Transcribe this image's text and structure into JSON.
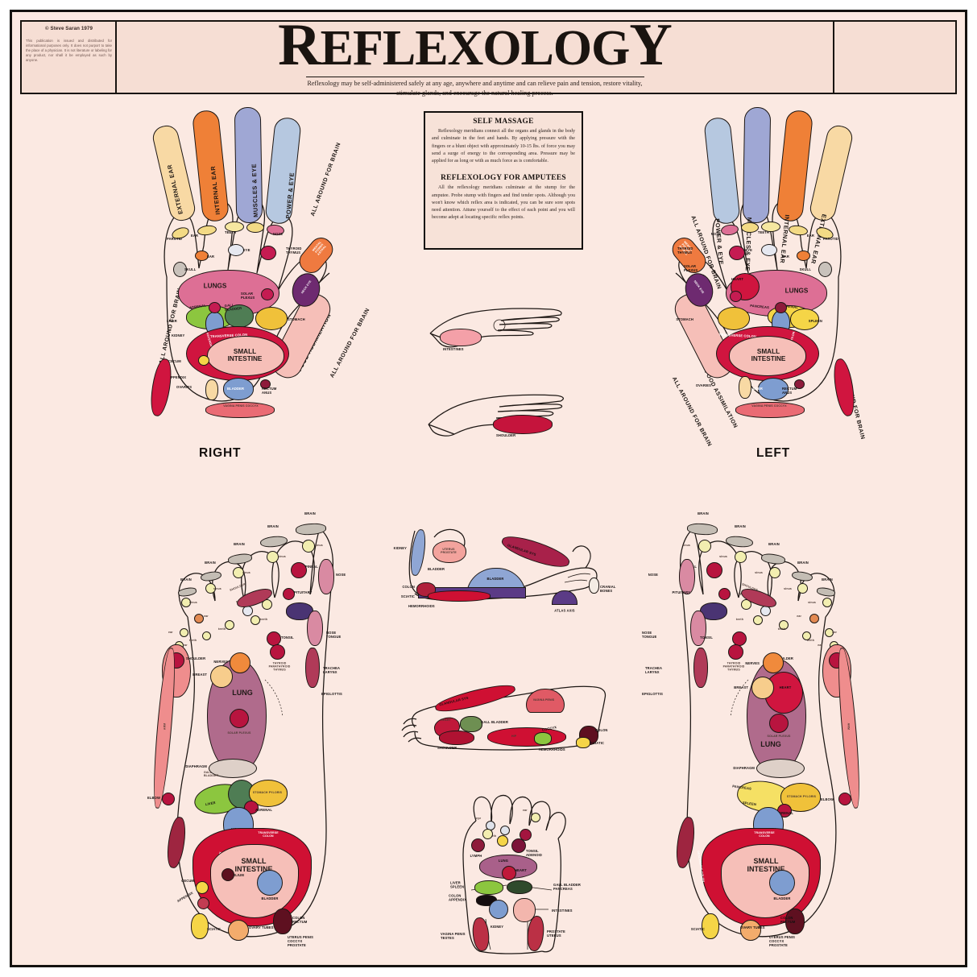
{
  "header": {
    "copyright": "© Steve Saran 1979",
    "disclaimer": "This publication is issued and distributed for informational purposes only. It does not purport to take the place of a physician. It is not literature or labeling for any product, nor shall it be employed as such by anyone.",
    "title_main": "REFLEXOLOGY",
    "subtitle": "Reflexology may be self-administered safely at any age, anywhere and anytime and can relieve pain and tension, restore vitality, stimulate glands, and encourage the natural healing process."
  },
  "massage_box": {
    "heading1": "SELF MASSAGE",
    "body1": "Reflexology meridians connect all the organs and glands in the body and culminate in the feet and hands. By applying pressure with the fingers or a blunt object with approximately 10-15 lbs. of force you may send a surge of energy to the corresponding area. Pressure may be applied for as long or with as much force as is comfortable.",
    "heading2": "REFLEXOLOGY FOR AMPUTEES",
    "body2": "All the reflexology meridians culminate at the stump for the amputee. Probe stump with fingers and find tender spots. Although you won't know which reflex area is indicated, you can be sure sore spots need attention. Attune yourself to the effect of each point and you will become adept at locating specific reflex points."
  },
  "side_labels": {
    "right": "RIGHT",
    "left": "LEFT"
  },
  "chart_data": {
    "type": "diagram",
    "title": "REFLEXOLOGY",
    "palette": {
      "paper": "#fbe9e2",
      "ink": "#1d1714",
      "orange": "#ef8037",
      "peach": "#f8d9a4",
      "periwinkle": "#9fa7d4",
      "steel_blue": "#b6c8e0",
      "pink": "#dd6f95",
      "crimson": "#d0153f",
      "rose": "#e8859c",
      "magenta": "#c51c52",
      "purple": "#6e2a70",
      "plum": "#8e4770",
      "green": "#8cc63f",
      "teal_green": "#4f7d54",
      "yellow": "#f5d547",
      "gold": "#f0c13a",
      "blue": "#7e9dd0",
      "grey": "#c9c2bb",
      "salmon": "#f4b8ae",
      "maroon": "#6e1126"
    },
    "right_hand": {
      "title": "RIGHT",
      "fingers": [
        {
          "name": "EXTERNAL EAR",
          "color": "#f8d9a4"
        },
        {
          "name": "INTERNAL EAR",
          "color": "#ef8037"
        },
        {
          "name": "MUSCLES & EYE",
          "color": "#9fa7d4"
        },
        {
          "name": "POWER & EYE",
          "color": "#b6c8e0"
        }
      ],
      "thumb": "MENTAL POWER ASTRAL",
      "arc_labels": [
        "ALL AROUND FOR BRAIN",
        "ALL AROUND FOR BRAIN",
        "FOOD ASSIMILATION"
      ],
      "zones": [
        "PAROTID",
        "EAR",
        "EAR",
        "TEETH",
        "NOSE",
        "EYE",
        "EAR",
        "SKULL",
        "THYROID THYMUS",
        "LUNGS",
        "SOLAR PLEXUS",
        "ADRENAL",
        "GALL BLADDER",
        "LIVER",
        "KIDNEY",
        "STOMACH",
        "TRANSVERSE COLON",
        "SMALL INTESTINE",
        "CECUM",
        "APPENDIX",
        "OVARIES",
        "BLADDER",
        "RECTUM ANUS",
        "VAGINA PENIS COCCYX",
        "NECK EYE",
        "ASCENDING COLON",
        "ARM"
      ]
    },
    "left_hand": {
      "title": "LEFT",
      "fingers": [
        {
          "name": "POWER & EYE",
          "color": "#b6c8e0"
        },
        {
          "name": "MUSCLES & EYE",
          "color": "#9fa7d4"
        },
        {
          "name": "INTERNAL EAR",
          "color": "#ef8037"
        },
        {
          "name": "EXTERNAL EAR",
          "color": "#f8d9a4"
        }
      ],
      "thumb": "MENTAL POWER ASTRAL",
      "arc_labels": [
        "ALL AROUND FOR BRAIN",
        "ALL AROUND FOR BRAIN",
        "FOOD ASSIMILATION"
      ],
      "zones": [
        "NOSE",
        "TEETH",
        "EAR",
        "PAROTID",
        "EYE",
        "EAR",
        "SKULL",
        "THYROID THYMUS",
        "SOLAR PLEXUS",
        "HEART",
        "LUNGS",
        "PANCREAS",
        "ADRENAL",
        "SPLEEN",
        "KIDNEY",
        "STOMACH",
        "TRANSVERSE COLON",
        "DESCENDING COLON",
        "SMALL INTESTINE",
        "BLADDER",
        "OVARIES",
        "RECTUM ANUS",
        "VAGINA PENIS COCCYX",
        "NECK EYE",
        "ARM"
      ]
    },
    "hand_side_views": [
      {
        "label": "INTESTINES",
        "color": "#f1a0a8"
      },
      {
        "label": "SHOULDER",
        "color": "#c5143c"
      }
    ],
    "right_foot": {
      "title": "RIGHT",
      "toe_labels": [
        "BRAIN",
        "BRAIN",
        "BRAIN",
        "BRAIN",
        "BRAIN"
      ],
      "small_labels": [
        "sinus",
        "sinus",
        "sinus",
        "sinus",
        "sinus",
        "eye",
        "eye",
        "teeth",
        "teeth",
        "teeth",
        "ear",
        "ear",
        "ear"
      ],
      "zones": [
        "PINEAL",
        "NOSE",
        "PITUITARY",
        "NOSE TONGUE",
        "TONSIL",
        "THYROID PARATHYROID THYMUS",
        "TRACHEA LARYNX",
        "EPIGLOTTIS",
        "SHOULDER",
        "NERVES",
        "BREAST",
        "LUNG",
        "SOLAR PLEXUS",
        "DIAPHRAGM",
        "ARM",
        "ELBOW",
        "GALL BLADDER",
        "LIVER",
        "STOMACH PYLORIS",
        "ADRENAL",
        "KIDNEY",
        "TRANSVERSE COLON",
        "ASCENDING COLON",
        "SMALL INTESTINE",
        "ILIUM",
        "BLADDER",
        "CECUM",
        "APPENDIX",
        "SCIATIC",
        "OVARY TUBES",
        "COLON RECTUM",
        "UTERUS PENIS COCCYX PROSTATE"
      ]
    },
    "left_foot": {
      "title": "LEFT",
      "toe_labels": [
        "BRAIN",
        "BRAIN",
        "BRAIN",
        "BRAIN",
        "BRAIN"
      ],
      "small_labels": [
        "sinus",
        "sinus",
        "sinus",
        "sinus",
        "sinus",
        "eye",
        "eye",
        "teeth",
        "teeth",
        "teeth",
        "ear",
        "ear",
        "ear"
      ],
      "zones": [
        "PINEAL",
        "NOSE",
        "PITUITARY",
        "NOSE TONGUE",
        "TONSIL",
        "THYROID PARATHYROID THYMUS",
        "TRACHEA LARYNX",
        "EPIGLOTTIS",
        "SHOULDER",
        "NERVES",
        "BREAST",
        "HEART",
        "LUNG",
        "SOLAR PLEXUS",
        "DIAPHRAGM",
        "ARM",
        "ELBOW",
        "STOMACH PYLORIS",
        "PANCREAS",
        "SPLEEN",
        "ADRENAL",
        "KIDNEY",
        "TRANSVERSE COLON",
        "DESCENDING COLON",
        "SMALL INTESTINE",
        "BLADDER",
        "SCIATIC",
        "OVARY TUBES",
        "COLON RECTUM",
        "UTERUS PENIS COCCYX PROSTATE"
      ]
    },
    "foot_side_view_inner": {
      "labels": [
        "KIDNEY",
        "UTERUS PROSTATE",
        "BLADDER",
        "BLADDER",
        "COLON",
        "SCIATIC",
        "HEMORRHOIDS",
        "GLANDULAR SYS",
        "ATLAS AXIS",
        "CRANIAL BONES"
      ]
    },
    "foot_side_view_outer": {
      "labels": [
        "GLANDULAR SYS",
        "HEART",
        "GALL BLADDER",
        "SHOULDER",
        "HIP",
        "VAGINA PENIS",
        "COCCYX",
        "HEMORRHOIDS",
        "COLON",
        "SCIATIC"
      ]
    },
    "foot_top_view": {
      "labels": [
        "LYMPH",
        "TONSIL ADENOID",
        "LUNG",
        "HEART",
        "LIVER SPLEEN",
        "COLON APPENDIX",
        "GALL BLADDER PANCREAS",
        "INTESTINES",
        "KIDNEY",
        "VAGINA PENIS TESTES",
        "PROSTATE UTERUS",
        "eye",
        "teeth",
        "ear"
      ]
    }
  }
}
